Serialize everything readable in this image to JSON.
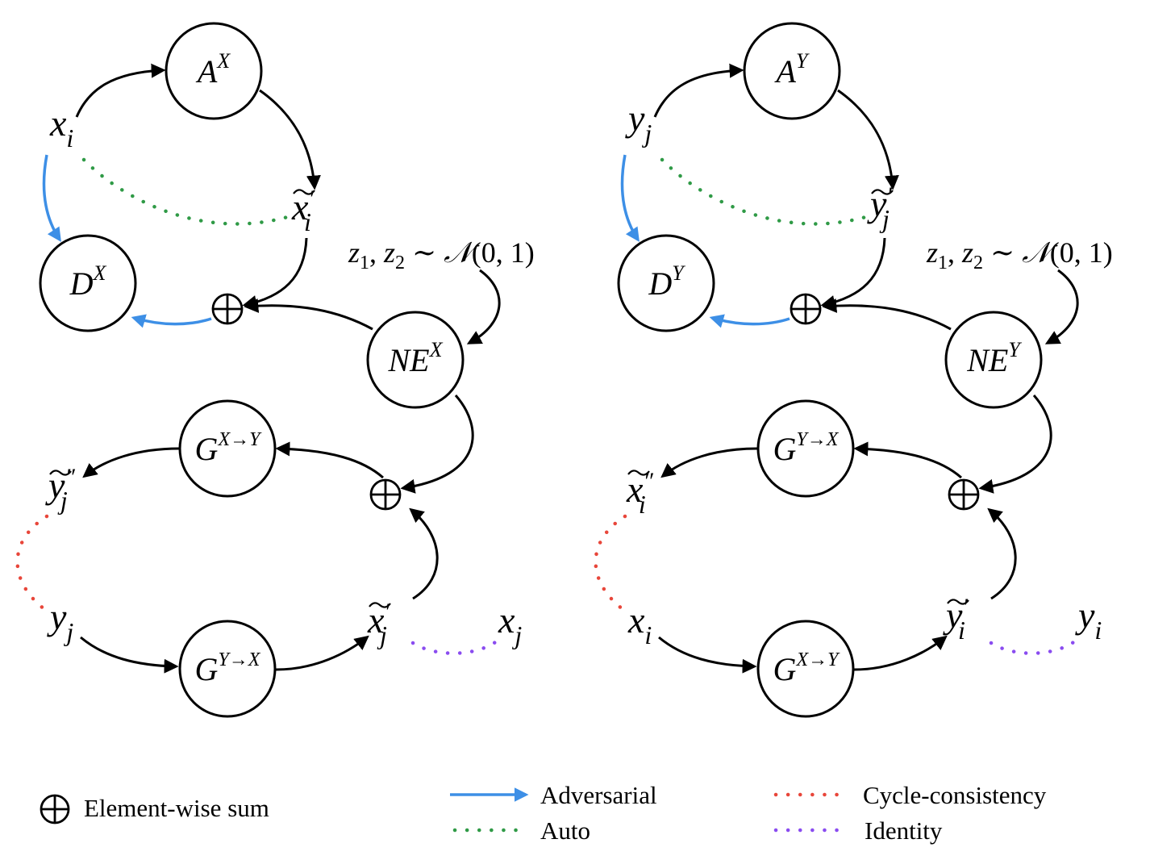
{
  "colors": {
    "adversarial": "#3d8fe6",
    "auto": "#2f9a46",
    "cycle": "#e8463a",
    "identity": "#8a4cf0",
    "line": "#000000"
  },
  "left": {
    "nodes": {
      "autoencoder": {
        "base": "A",
        "sup": "X"
      },
      "discriminator": {
        "base": "D",
        "sup": "X"
      },
      "noise_encoder": {
        "base": "NE",
        "sup": "X"
      },
      "gen_top": {
        "base": "G",
        "sup": "X→Y"
      },
      "gen_bottom": {
        "base": "G",
        "sup": "Y→X"
      }
    },
    "vars": {
      "input": {
        "base": "x",
        "sub": "i"
      },
      "recon": {
        "base": "x",
        "sub": "i",
        "prime": "′"
      },
      "cycle_out": {
        "base": "y",
        "sub": "j",
        "prime": "″"
      },
      "target": {
        "base": "y",
        "sub": "j"
      },
      "translated": {
        "base": "x",
        "sub": "j",
        "prime": "′"
      },
      "identity_ref": {
        "base": "x",
        "sub": "j"
      }
    },
    "noise": {
      "z1": "z",
      "s1": "1",
      "comma": ", ",
      "z2": "z",
      "s2": "2",
      "sim": " ∼ ",
      "dist": "𝒩",
      "args": "(0, 1)"
    }
  },
  "right": {
    "nodes": {
      "autoencoder": {
        "base": "A",
        "sup": "Y"
      },
      "discriminator": {
        "base": "D",
        "sup": "Y"
      },
      "noise_encoder": {
        "base": "NE",
        "sup": "Y"
      },
      "gen_top": {
        "base": "G",
        "sup": "Y→X"
      },
      "gen_bottom": {
        "base": "G",
        "sup": "X→Y"
      }
    },
    "vars": {
      "input": {
        "base": "y",
        "sub": "j"
      },
      "recon": {
        "base": "y",
        "sub": "j",
        "prime": "′"
      },
      "cycle_out": {
        "base": "x",
        "sub": "i",
        "prime": "″"
      },
      "target": {
        "base": "x",
        "sub": "i"
      },
      "translated": {
        "base": "y",
        "sub": "i",
        "prime": "′"
      },
      "identity_ref": {
        "base": "y",
        "sub": "i"
      }
    },
    "noise": {
      "z1": "z",
      "s1": "1",
      "comma": ", ",
      "z2": "z",
      "s2": "2",
      "sim": " ∼ ",
      "dist": "𝒩",
      "args": "(0, 1)"
    }
  },
  "legend": {
    "sum": "Element-wise sum",
    "adversarial": "Adversarial",
    "auto": "Auto",
    "cycle": "Cycle-consistency",
    "identity": "Identity"
  }
}
